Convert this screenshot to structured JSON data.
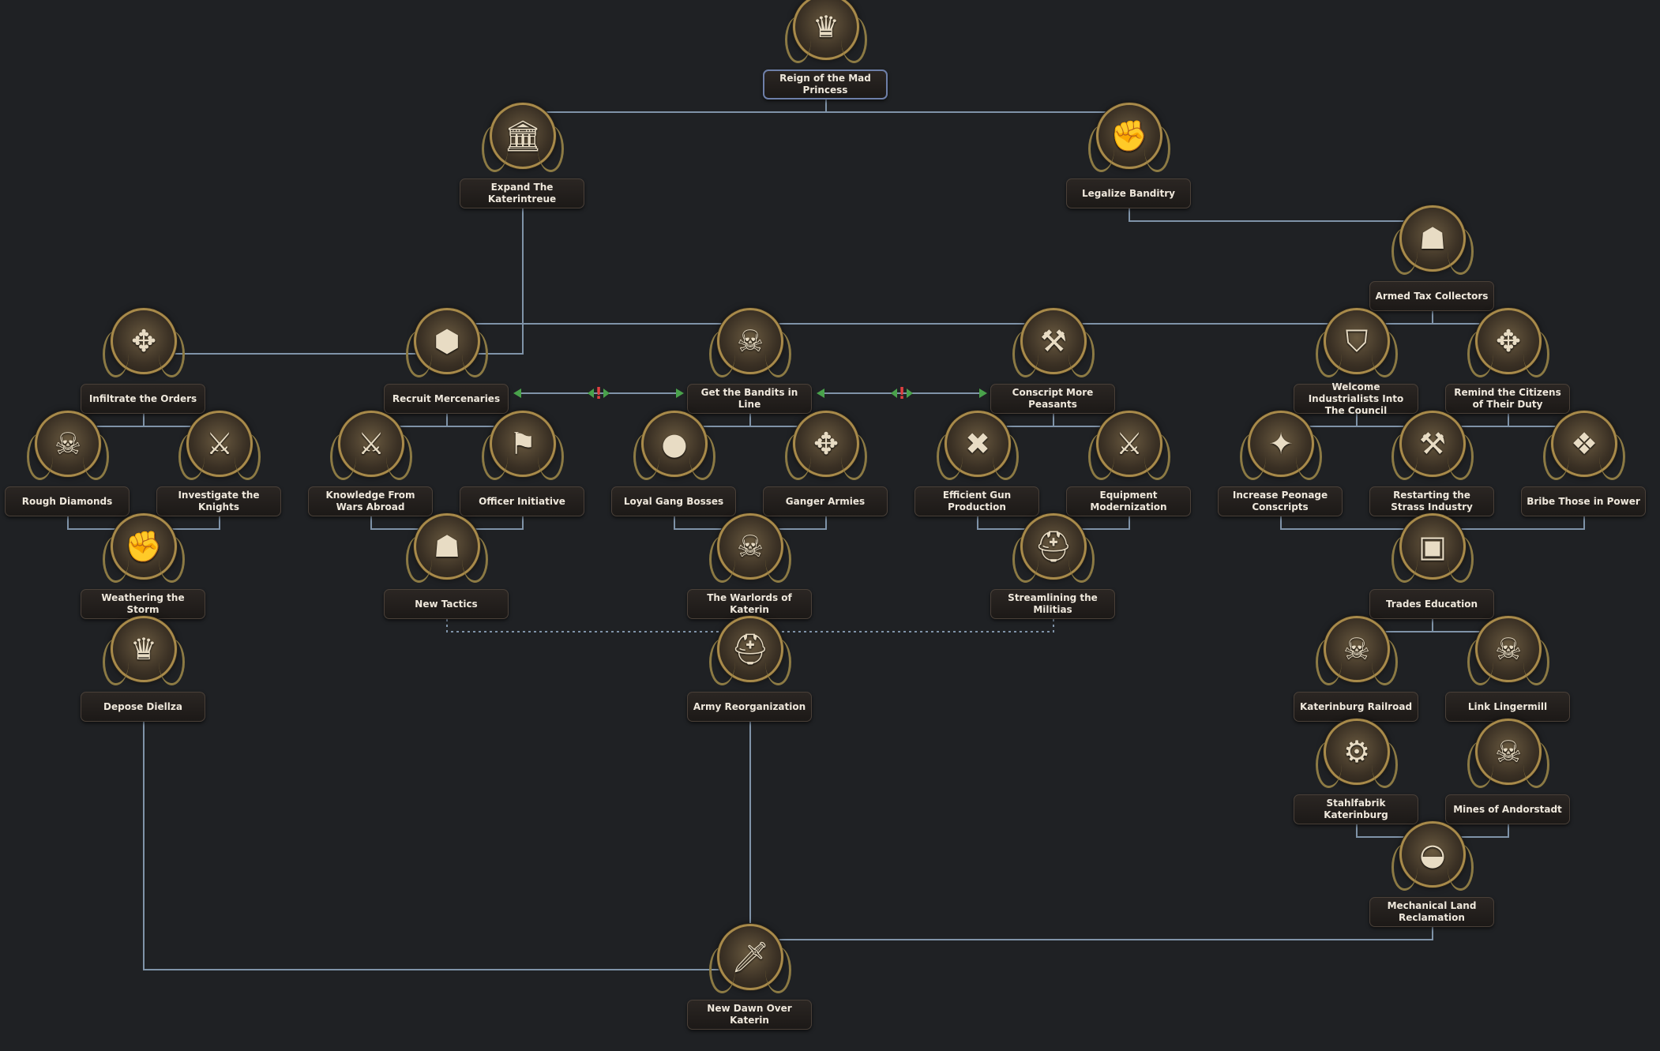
{
  "colors": {
    "background": "#1f2124",
    "line": "#7f93a8",
    "exclusive_arrow": "#49a24b",
    "exclusive_mark": "#e04040",
    "label_text": "#efe8dc"
  },
  "focuses": [
    {
      "id": "reign",
      "label": "Reign of the Mad Princess",
      "icon": "crown-handshake-icon",
      "glyph": "♛",
      "root": true
    },
    {
      "id": "katerintreue",
      "label": "Expand The Katerintreue",
      "icon": "building-icon",
      "glyph": "🏛"
    },
    {
      "id": "banditry",
      "label": "Legalize Banditry",
      "icon": "fist-icon",
      "glyph": "✊"
    },
    {
      "id": "tax",
      "label": "Armed Tax Collectors",
      "icon": "soldier-icon",
      "glyph": "☗"
    },
    {
      "id": "infiltrate",
      "label": "Infiltrate the Orders",
      "icon": "handshake-icon",
      "glyph": "✥"
    },
    {
      "id": "mercs",
      "label": "Recruit Mercenaries",
      "icon": "gold-icon",
      "glyph": "⬢"
    },
    {
      "id": "bandits_line",
      "label": "Get the Bandits in Line",
      "icon": "skull-icon",
      "glyph": "☠"
    },
    {
      "id": "conscript",
      "label": "Conscript More Peasants",
      "icon": "peasant-icon",
      "glyph": "⚒"
    },
    {
      "id": "industrialists",
      "label": "Welcome Industrialists Into The Council",
      "icon": "shield-icon",
      "glyph": "⛉"
    },
    {
      "id": "citizens_duty",
      "label": "Remind the Citizens of Their Duty",
      "icon": "handshake-icon",
      "glyph": "✥"
    },
    {
      "id": "rough",
      "label": "Rough Diamonds",
      "icon": "skull-icon",
      "glyph": "☠"
    },
    {
      "id": "knights",
      "label": "Investigate the Knights",
      "icon": "pistol-icon",
      "glyph": "⚔"
    },
    {
      "id": "wars_abroad",
      "label": "Knowledge From Wars Abroad",
      "icon": "crossed-axes-icon",
      "glyph": "⚔"
    },
    {
      "id": "officer",
      "label": "Officer Initiative",
      "icon": "rifle-icon",
      "glyph": "⚑"
    },
    {
      "id": "gang",
      "label": "Loyal Gang Bosses",
      "icon": "coin-icon",
      "glyph": "●"
    },
    {
      "id": "ganger",
      "label": "Ganger Armies",
      "icon": "handshake-icon",
      "glyph": "✥"
    },
    {
      "id": "gun_prod",
      "label": "Efficient Gun Production",
      "icon": "guns-icon",
      "glyph": "✖"
    },
    {
      "id": "equipment",
      "label": "Equipment Modernization",
      "icon": "rifles-icon",
      "glyph": "⚔"
    },
    {
      "id": "peonage",
      "label": "Increase Peonage Conscripts",
      "icon": "emblem-icon",
      "glyph": "✦"
    },
    {
      "id": "strass",
      "label": "Restarting the Strass Industry",
      "icon": "tools-icon",
      "glyph": "⚒"
    },
    {
      "id": "bribe",
      "label": "Bribe Those in Power",
      "icon": "money-icon",
      "glyph": "❖"
    },
    {
      "id": "weathering",
      "label": "Weathering the Storm",
      "icon": "gauntlet-icon",
      "glyph": "✊"
    },
    {
      "id": "new_tactics",
      "label": "New Tactics",
      "icon": "wolf-icon",
      "glyph": "☗"
    },
    {
      "id": "warlords",
      "label": "The Warlords of Katerin",
      "icon": "skull-icon",
      "glyph": "☠"
    },
    {
      "id": "militias",
      "label": "Streamlining the Militias",
      "icon": "helmet-icon",
      "glyph": "⛑"
    },
    {
      "id": "trades",
      "label": "Trades Education",
      "icon": "briefcase-icon",
      "glyph": "▣"
    },
    {
      "id": "depose",
      "label": "Depose Diellza",
      "icon": "crown-icon",
      "glyph": "♛"
    },
    {
      "id": "army_reorg",
      "label": "Army Reorganization",
      "icon": "helmet-icon",
      "glyph": "⛑"
    },
    {
      "id": "railroad",
      "label": "Katerinburg Railroad",
      "icon": "skulls-icon",
      "glyph": "☠"
    },
    {
      "id": "lingermill",
      "label": "Link Lingermill",
      "icon": "skull-icon",
      "glyph": "☠"
    },
    {
      "id": "stahlfabrik",
      "label": "Stahlfabrik Katerinburg",
      "icon": "anvil-icon",
      "glyph": "⚙"
    },
    {
      "id": "andorstadt",
      "label": "Mines of Andorstadt",
      "icon": "skull-icon",
      "glyph": "☠"
    },
    {
      "id": "land",
      "label": "Mechanical Land Reclamation",
      "icon": "field-icon",
      "glyph": "◒"
    },
    {
      "id": "new_dawn",
      "label": "New Dawn Over Katerin",
      "icon": "sword-icon",
      "glyph": "🗡"
    }
  ]
}
